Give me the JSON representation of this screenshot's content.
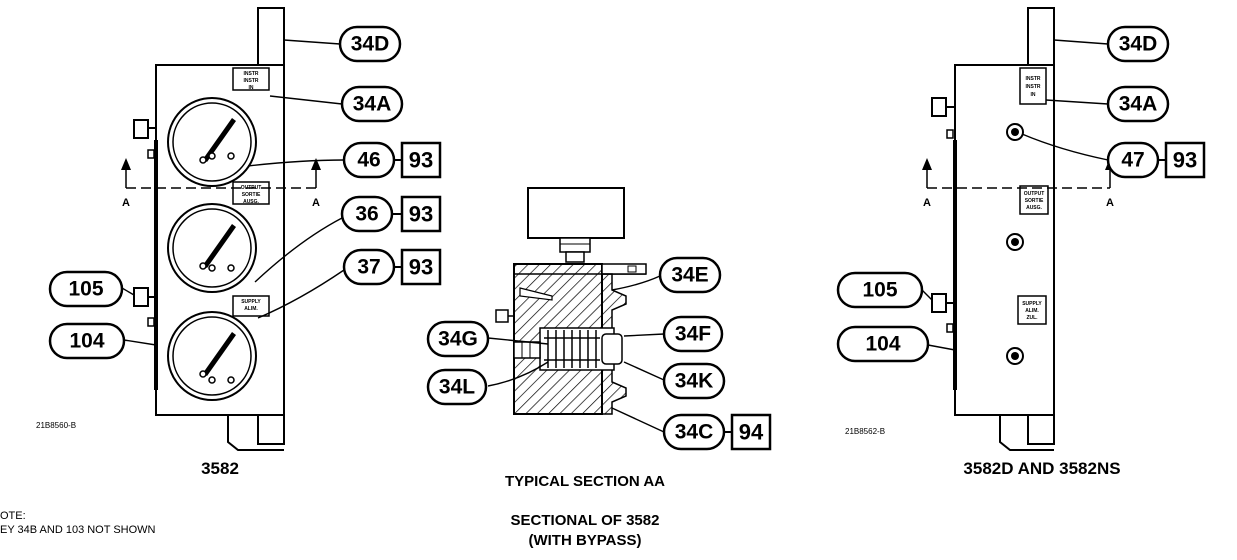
{
  "views": {
    "left": {
      "caption": "3582",
      "drawing_number": "21B8560-B"
    },
    "middle": {
      "caption": "TYPICAL SECTION AA",
      "subcaption_line1": "SECTIONAL OF 3582",
      "subcaption_line2": "(WITH BYPASS)"
    },
    "right": {
      "caption": "3582D AND 3582NS",
      "drawing_number": "21B8562-B"
    }
  },
  "nameplates": {
    "instr_line1": "INSTR",
    "instr_line2": "INSTR",
    "instr_line3": "IN",
    "output_line1": "OUTPUT",
    "output_line2": "SORTIE",
    "output_line3": "AUSG.",
    "supply_line1": "SUPPLY",
    "supply_line2": "ALIM.",
    "supply_line3": "ZUL."
  },
  "section_marker": "A",
  "callouts": {
    "c34D": "34D",
    "c34A": "34A",
    "c46": "46",
    "c36": "36",
    "c37": "37",
    "c105": "105",
    "c104": "104",
    "c34E": "34E",
    "c34F": "34F",
    "c34G": "34G",
    "c34L": "34L",
    "c34K": "34K",
    "c34C": "34C",
    "c47": "47"
  },
  "boxes": {
    "b93": "93",
    "b94": "94"
  },
  "note": {
    "line1": "OTE:",
    "line2": "EY 34B AND 103 NOT SHOWN"
  }
}
